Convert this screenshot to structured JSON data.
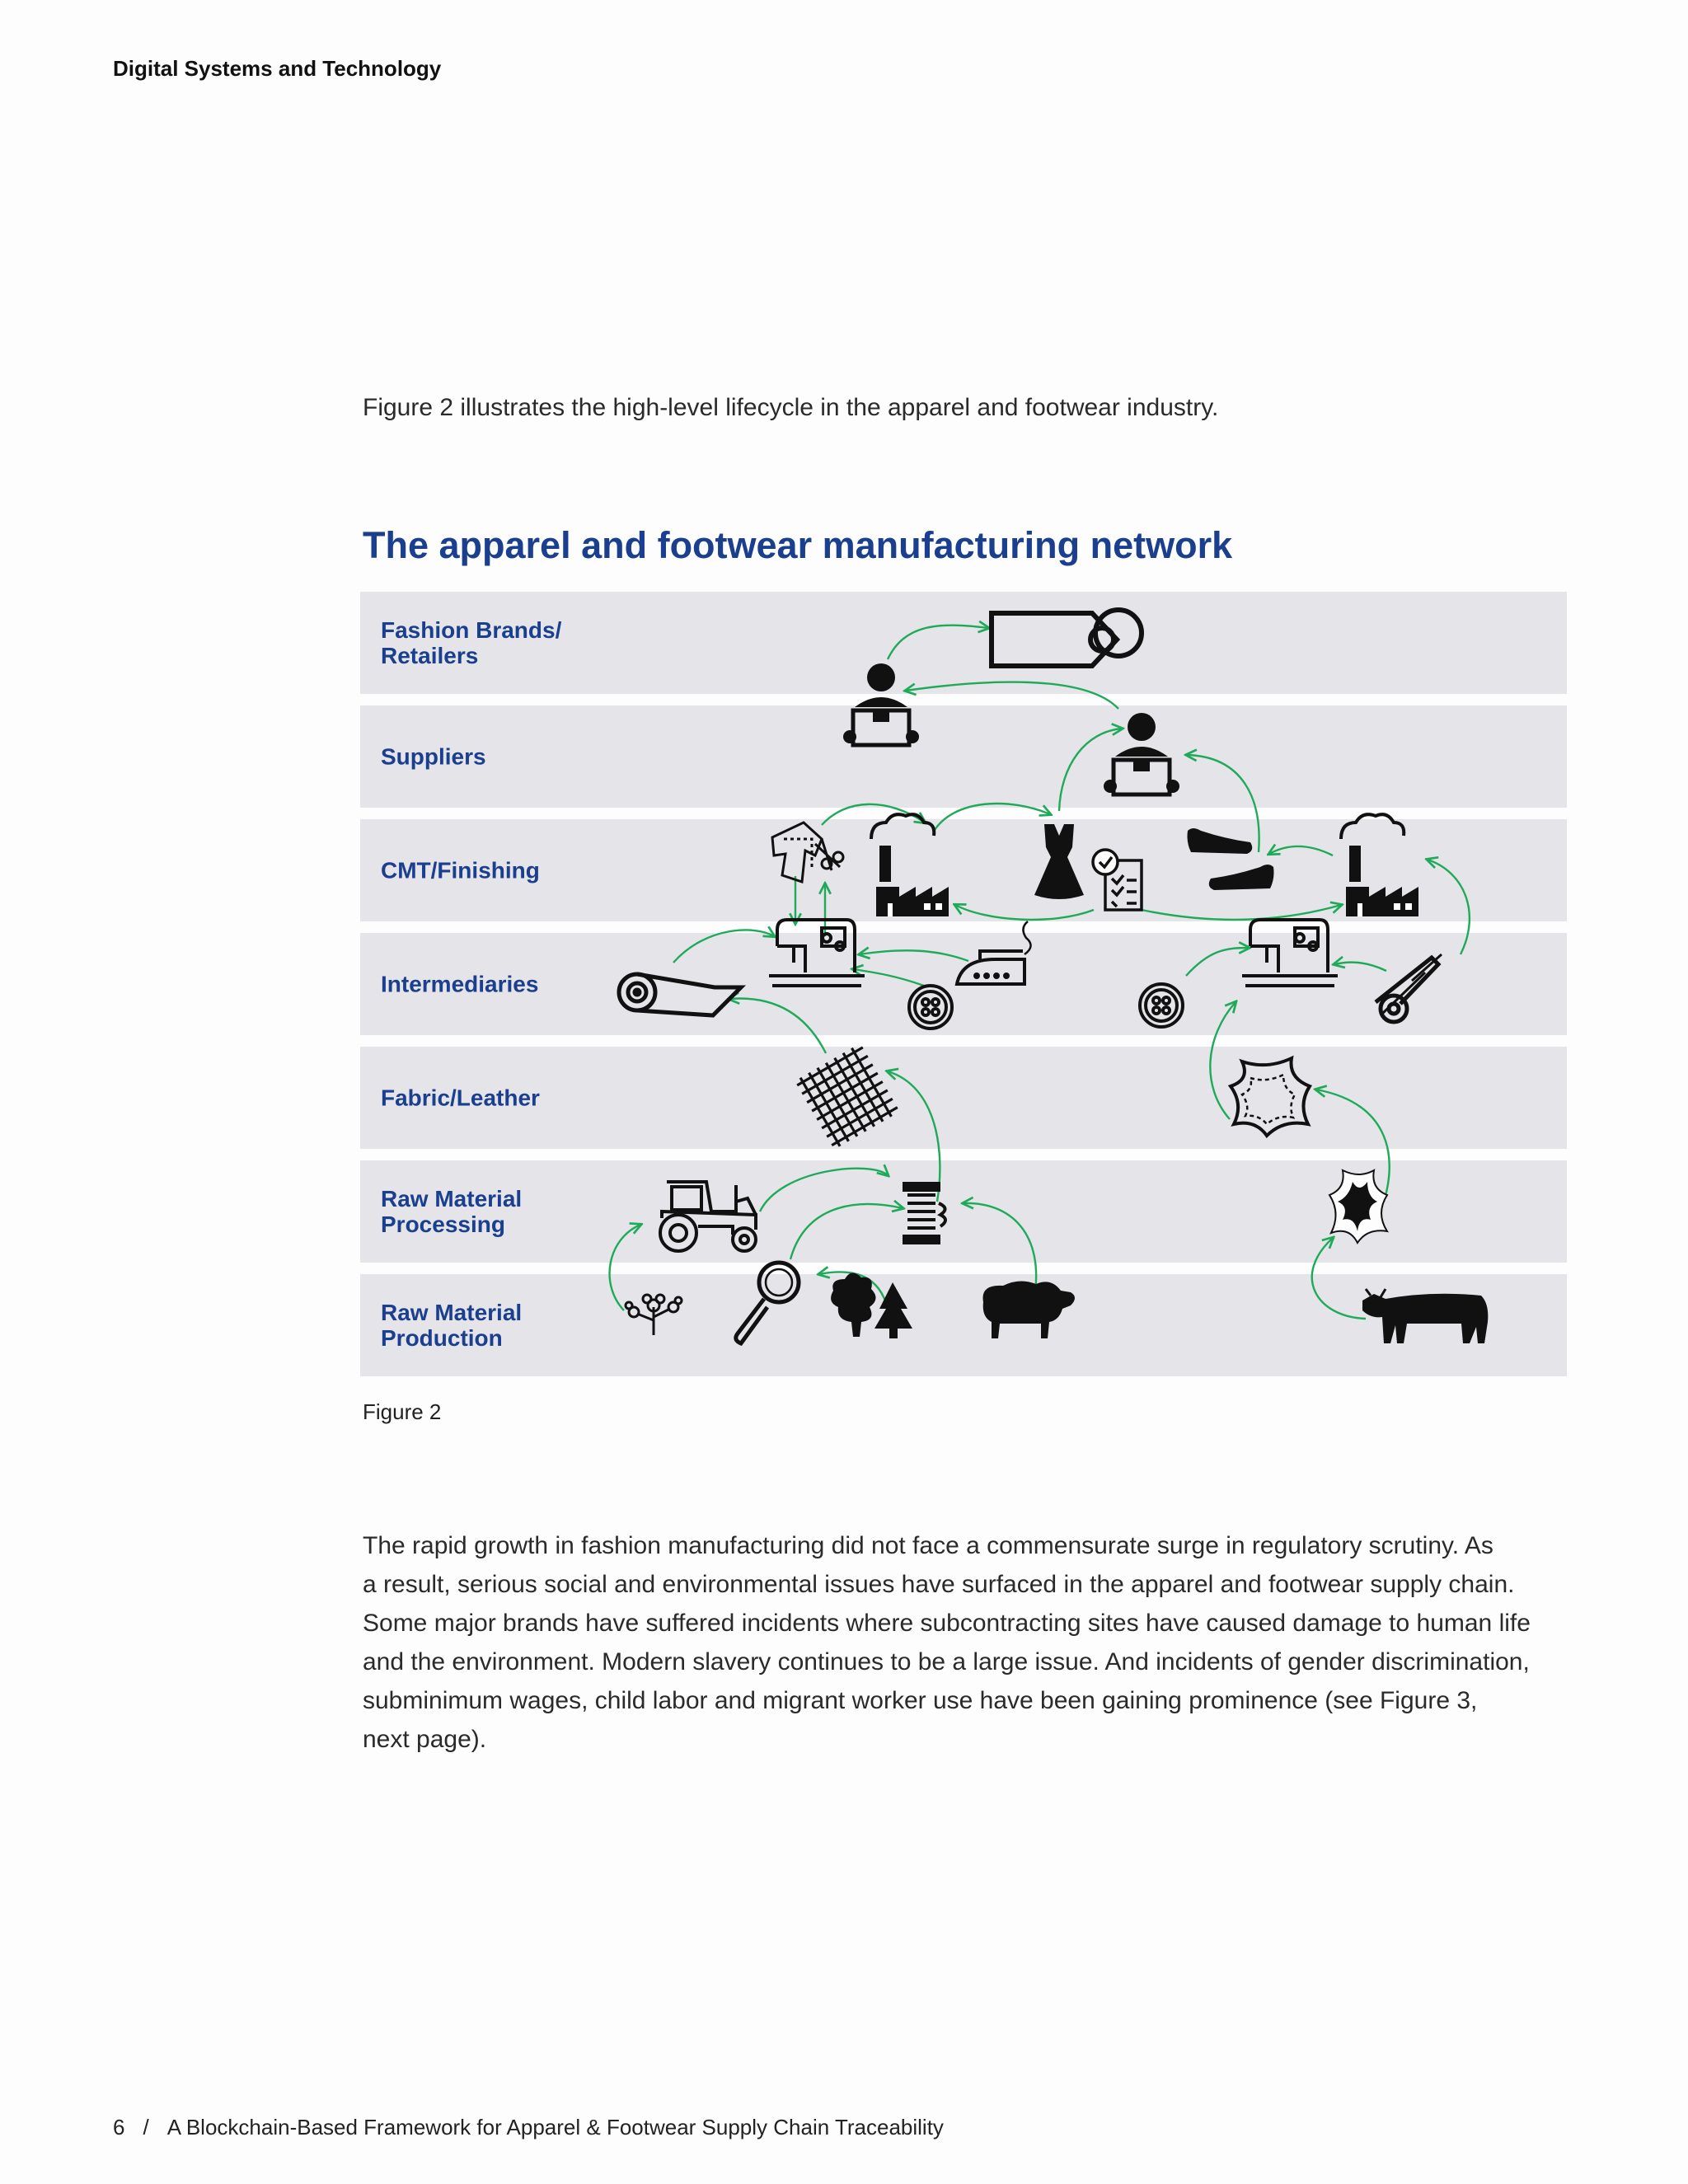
{
  "header": {
    "running_title": "Digital Systems and Technology"
  },
  "intro": "Figure 2 illustrates the high-level lifecycle in the apparel and footwear industry.",
  "figure": {
    "title": "The apparel and footwear manufacturing network",
    "caption": "Figure 2",
    "tiers": [
      {
        "lines": [
          "Fashion Brands/",
          "Retailers"
        ]
      },
      {
        "lines": [
          "Suppliers"
        ]
      },
      {
        "lines": [
          "CMT/Finishing"
        ]
      },
      {
        "lines": [
          "Intermediaries"
        ]
      },
      {
        "lines": [
          "Fabric/Leather"
        ]
      },
      {
        "lines": [
          "Raw Material",
          "Processing"
        ]
      },
      {
        "lines": [
          "Raw Material",
          "Production"
        ]
      }
    ],
    "colors": {
      "tier_label": "#1a3f8f",
      "band": "#e5e4e8",
      "arrow": "#1faa5a",
      "icon": "#111111"
    },
    "icons": [
      "price-tag-icon",
      "supplier-person-icon",
      "pattern-scissors-icon",
      "factory-icon",
      "dress-icon",
      "checklist-icon",
      "shoes-icon",
      "sewing-machine-icon",
      "fabric-roll-icon",
      "button-icon",
      "iron-icon",
      "thread-spool-icon",
      "mesh-fabric-icon",
      "leather-hide-icon",
      "tractor-icon",
      "magnifier-icon",
      "cotton-plant-icon",
      "trees-icon",
      "sheep-icon",
      "raw-hide-icon",
      "bull-icon",
      "tools-icon"
    ]
  },
  "body": {
    "lines": [
      "The rapid growth in fashion manufacturing did not face a commensurate surge in regulatory scrutiny. As",
      "a result, serious social and environmental issues have surfaced in the apparel and footwear supply chain.",
      "Some major brands have suffered incidents where subcontracting sites have caused damage to human life",
      "and the environment. Modern slavery continues to be a large issue. And incidents of gender discrimination,",
      "subminimum wages, child labor and migrant worker use have been gaining prominence (see Figure 3,",
      "next page)."
    ]
  },
  "footer": {
    "page_number": "6",
    "separator": "/",
    "doc_title": "A Blockchain-Based Framework for Apparel & Footwear Supply Chain Traceability"
  }
}
